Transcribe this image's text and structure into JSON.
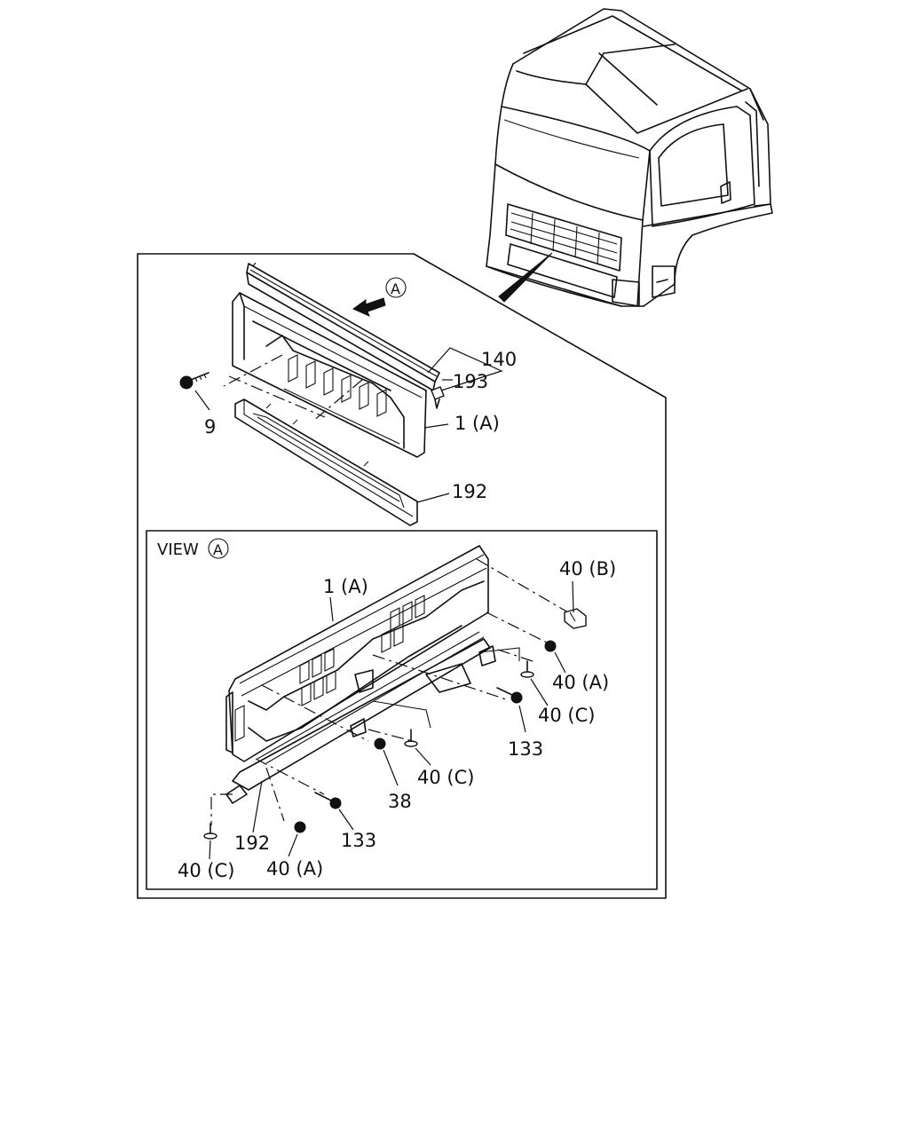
{
  "colors": {
    "line": "#111111",
    "background": "#ffffff"
  },
  "callouts": {
    "part_140": "140",
    "part_193": "193",
    "part_9": "9",
    "part_1a": "1 (A)",
    "part_192": "192",
    "view_marker": "A"
  },
  "view": {
    "label": "VIEW",
    "marker": "A",
    "part_1a": "1 (A)",
    "part_40b": "40 (B)",
    "part_40a_right": "40 (A)",
    "part_40c_right": "40 (C)",
    "part_133_right": "133",
    "part_40c_mid": "40 (C)",
    "part_38": "38",
    "part_133_left": "133",
    "part_192": "192",
    "part_40c_left": "40 (C)",
    "part_40a_left": "40 (A)"
  }
}
